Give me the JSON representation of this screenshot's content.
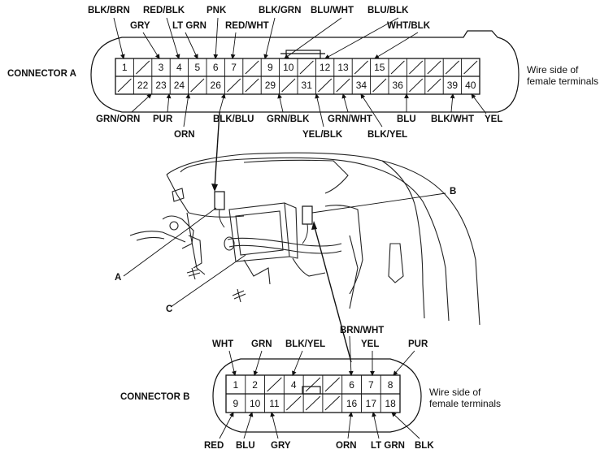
{
  "connector_a": {
    "title": "CONNECTOR A",
    "side_note_line1": "Wire side of",
    "side_note_line2": "female terminals",
    "top_pins": [
      "1",
      "3",
      "4",
      "5",
      "6",
      "7",
      "9",
      "10",
      "12",
      "13",
      "15"
    ],
    "bottom_pins": [
      "22",
      "23",
      "24",
      "26",
      "29",
      "31",
      "34",
      "36",
      "39",
      "40"
    ],
    "top_wires": [
      "BLK/BRN",
      "GRY",
      "RED/BLK",
      "LT GRN",
      "PNK",
      "RED/WHT",
      "BLK/GRN",
      "BLU/WHT",
      "BLU/BLK",
      "WHT/BLK"
    ],
    "bottom_wires": [
      "GRN/ORN",
      "PUR",
      "ORN",
      "BLK/BLU",
      "GRN/BLK",
      "YEL/BLK",
      "GRN/WHT",
      "BLU",
      "BLK/YEL",
      "BLK/WHT",
      "YEL"
    ]
  },
  "connector_b": {
    "title": "CONNECTOR B",
    "side_note_line1": "Wire side of",
    "side_note_line2": "female terminals",
    "top_pins": [
      "1",
      "2",
      "4",
      "6",
      "7",
      "8"
    ],
    "bottom_pins": [
      "9",
      "10",
      "11",
      "16",
      "17",
      "18"
    ],
    "top_wires": [
      "WHT",
      "GRN",
      "BLK/YEL",
      "BRN/WHT",
      "YEL",
      "PUR"
    ],
    "bottom_wires": [
      "RED",
      "BLU",
      "GRY",
      "ORN",
      "LT GRN",
      "BLK"
    ]
  },
  "callouts": {
    "a": "A",
    "b": "B",
    "c": "C"
  }
}
